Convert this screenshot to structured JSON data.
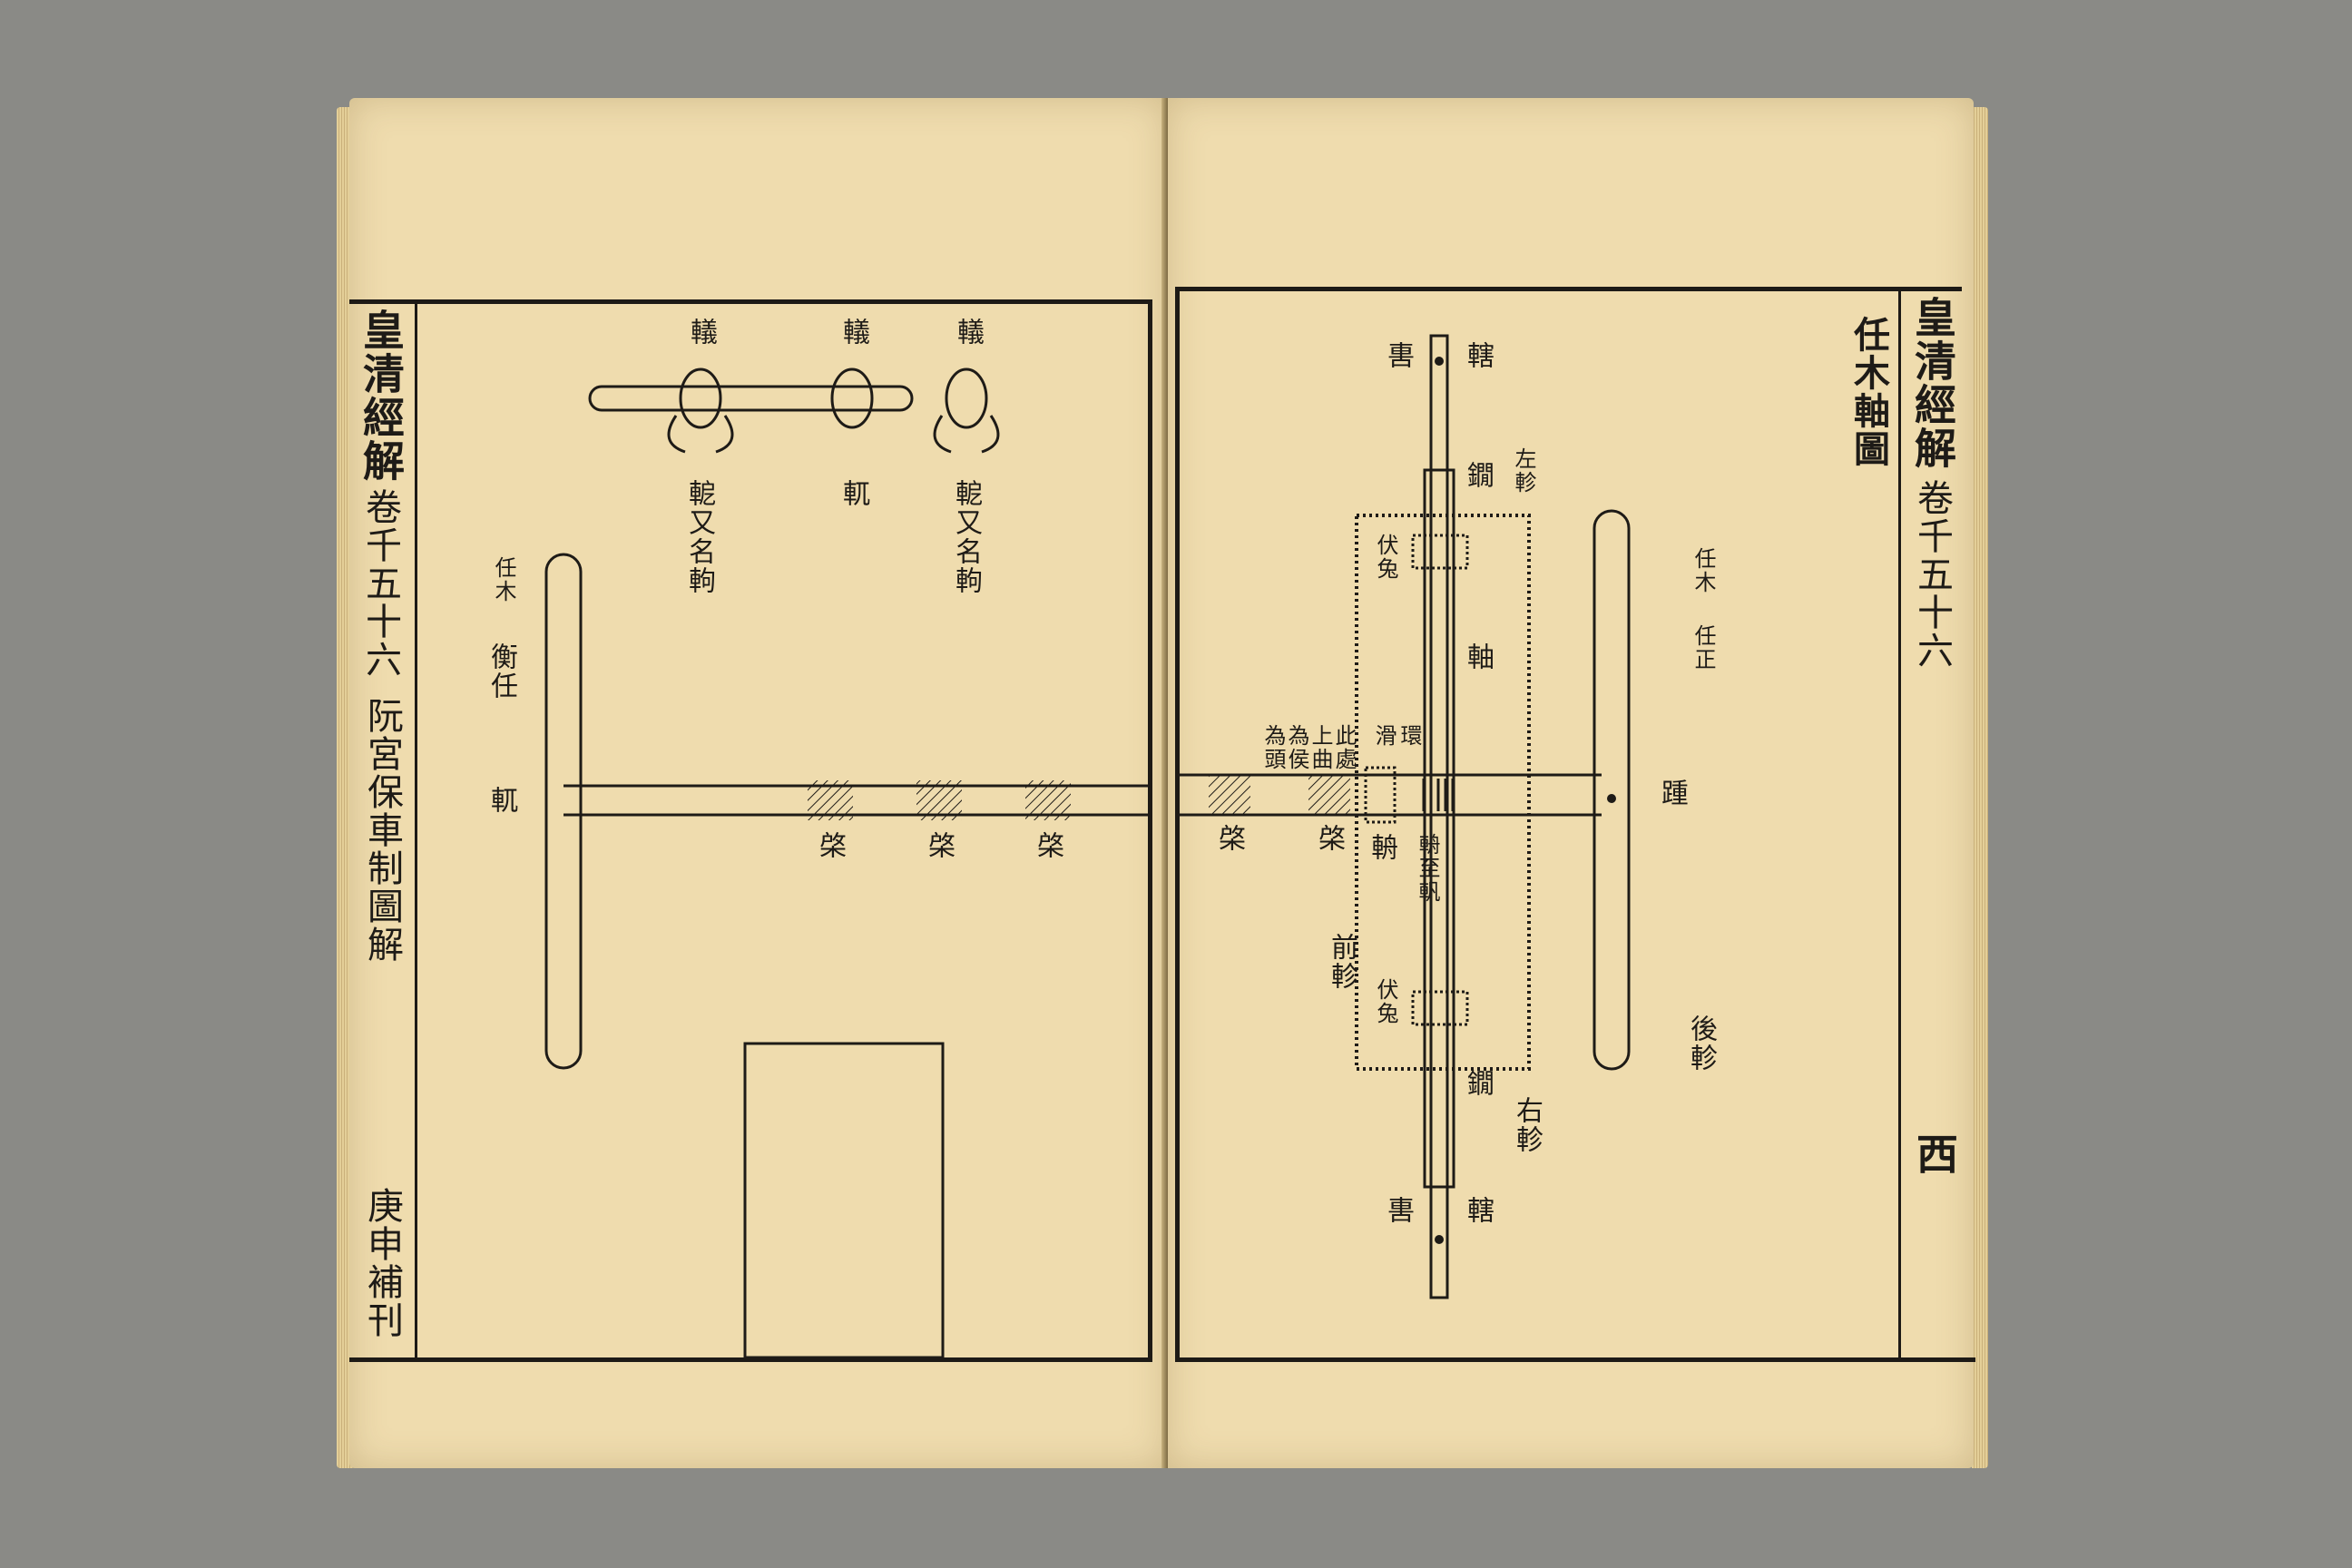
{
  "left_page": {
    "margin_title": "皇清經解",
    "margin_volume": "卷千五十六",
    "margin_subtitle": "阮宮保車制圖解",
    "margin_footer": "庚申補刊",
    "margin_extra": "卷",
    "diagram_labels": {
      "top_1": "轙",
      "top_2": "轙",
      "top_3": "轙",
      "ring_left": "軶又名軥",
      "ring_mid": "軏",
      "ring_right": "軶又名軥",
      "yoke": "衡任",
      "renmu": "任木",
      "wheel_hub": "軏",
      "spoke_1": "棨",
      "spoke_2": "棨",
      "spoke_3": "棨"
    }
  },
  "right_page": {
    "margin_title": "皇清經解",
    "margin_volume": "卷千五十六",
    "page_number": "西",
    "diagram_title": "任木軸圖",
    "diagram_labels": {
      "top_axle_end": "軎",
      "top_wei": "轄",
      "left_zhen_top": "左軫",
      "jian_top": "鐗",
      "fu_tu_top": "伏兔",
      "zhou": "軸",
      "huan": "環",
      "hua": "滑",
      "ci_chu": "此處",
      "shang_qu": "上曲",
      "wei_hou": "為侯",
      "wei_tou": "為頭",
      "fu": "輈",
      "zhu_mian": "輈至軓",
      "qian_zhen": "前軫",
      "fu_tu_bottom": "伏兔",
      "jian_bottom": "鐗",
      "right_zhen": "右軫",
      "bottom_axle_end": "軎",
      "bottom_wei": "轄",
      "renmu_right": "任木",
      "ren_zheng": "任正",
      "zhong": "踵",
      "hou_zhen": "後軫",
      "spoke_1": "棨",
      "spoke_2": "棨"
    }
  }
}
